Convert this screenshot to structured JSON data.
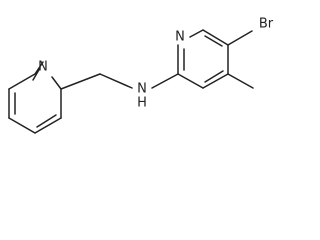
{
  "molecule": {
    "atoms": {
      "n_pyridine_left": "N",
      "n_pyridine_right": "N",
      "nh_amine": "N",
      "h_amine": "H",
      "br": "Br"
    }
  }
}
